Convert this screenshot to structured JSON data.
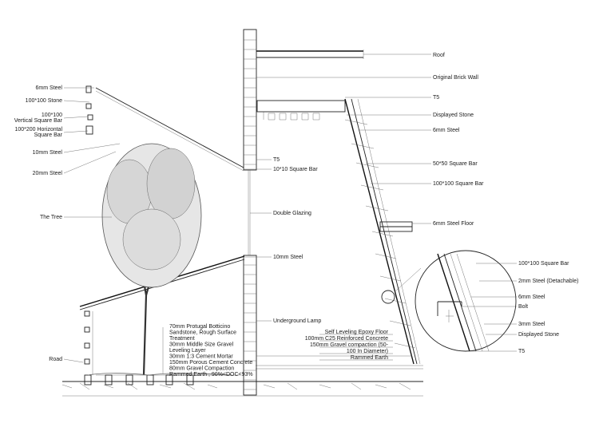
{
  "labels_left": [
    "6mm Steel",
    "100*100 Stone",
    "100*100",
    "Vertical Square Bar",
    "100*200 Horizontal",
    "Square Bar",
    "10mm Steel",
    "20mm Steel",
    "The Tree",
    "Road"
  ],
  "labels_center": [
    "T5",
    "10*10 Square Bar",
    "Double Glazing",
    "10mm Steel",
    "Underground Lamp"
  ],
  "labels_right": [
    "Roof",
    "Original Brick Wall",
    "T5",
    "Displayed Stone",
    "6mm Steel",
    "50*50 Square Bar",
    "100*100 Square Bar",
    "6mm Steel Floor"
  ],
  "detail_labels": [
    "100*100 Square Bar",
    "2mm Steel (Detachable)",
    "6mm Steel",
    "Bolt",
    "3mm Steel",
    "Displayed Stone",
    "T5"
  ],
  "ground_spec": [
    "70mm Protugal Botticino",
    "Sandstone, Rough Surface",
    "Treatment",
    "30mm Middle Size Gravel",
    "Leveling Layer",
    "30mm 1:3 Cement Mortar",
    "150mm Porous Cement Concrete",
    "80mm Gravel Compaction",
    "Rammed Earth , 90%<DOC<93%"
  ],
  "floor_spec": [
    "Self Leveling Epoxy Floor",
    "100mm C25 Reinforced Concrete",
    "150mm Gravel compaction (50-",
    "100  In Diameter)",
    "Rammed Earth"
  ]
}
